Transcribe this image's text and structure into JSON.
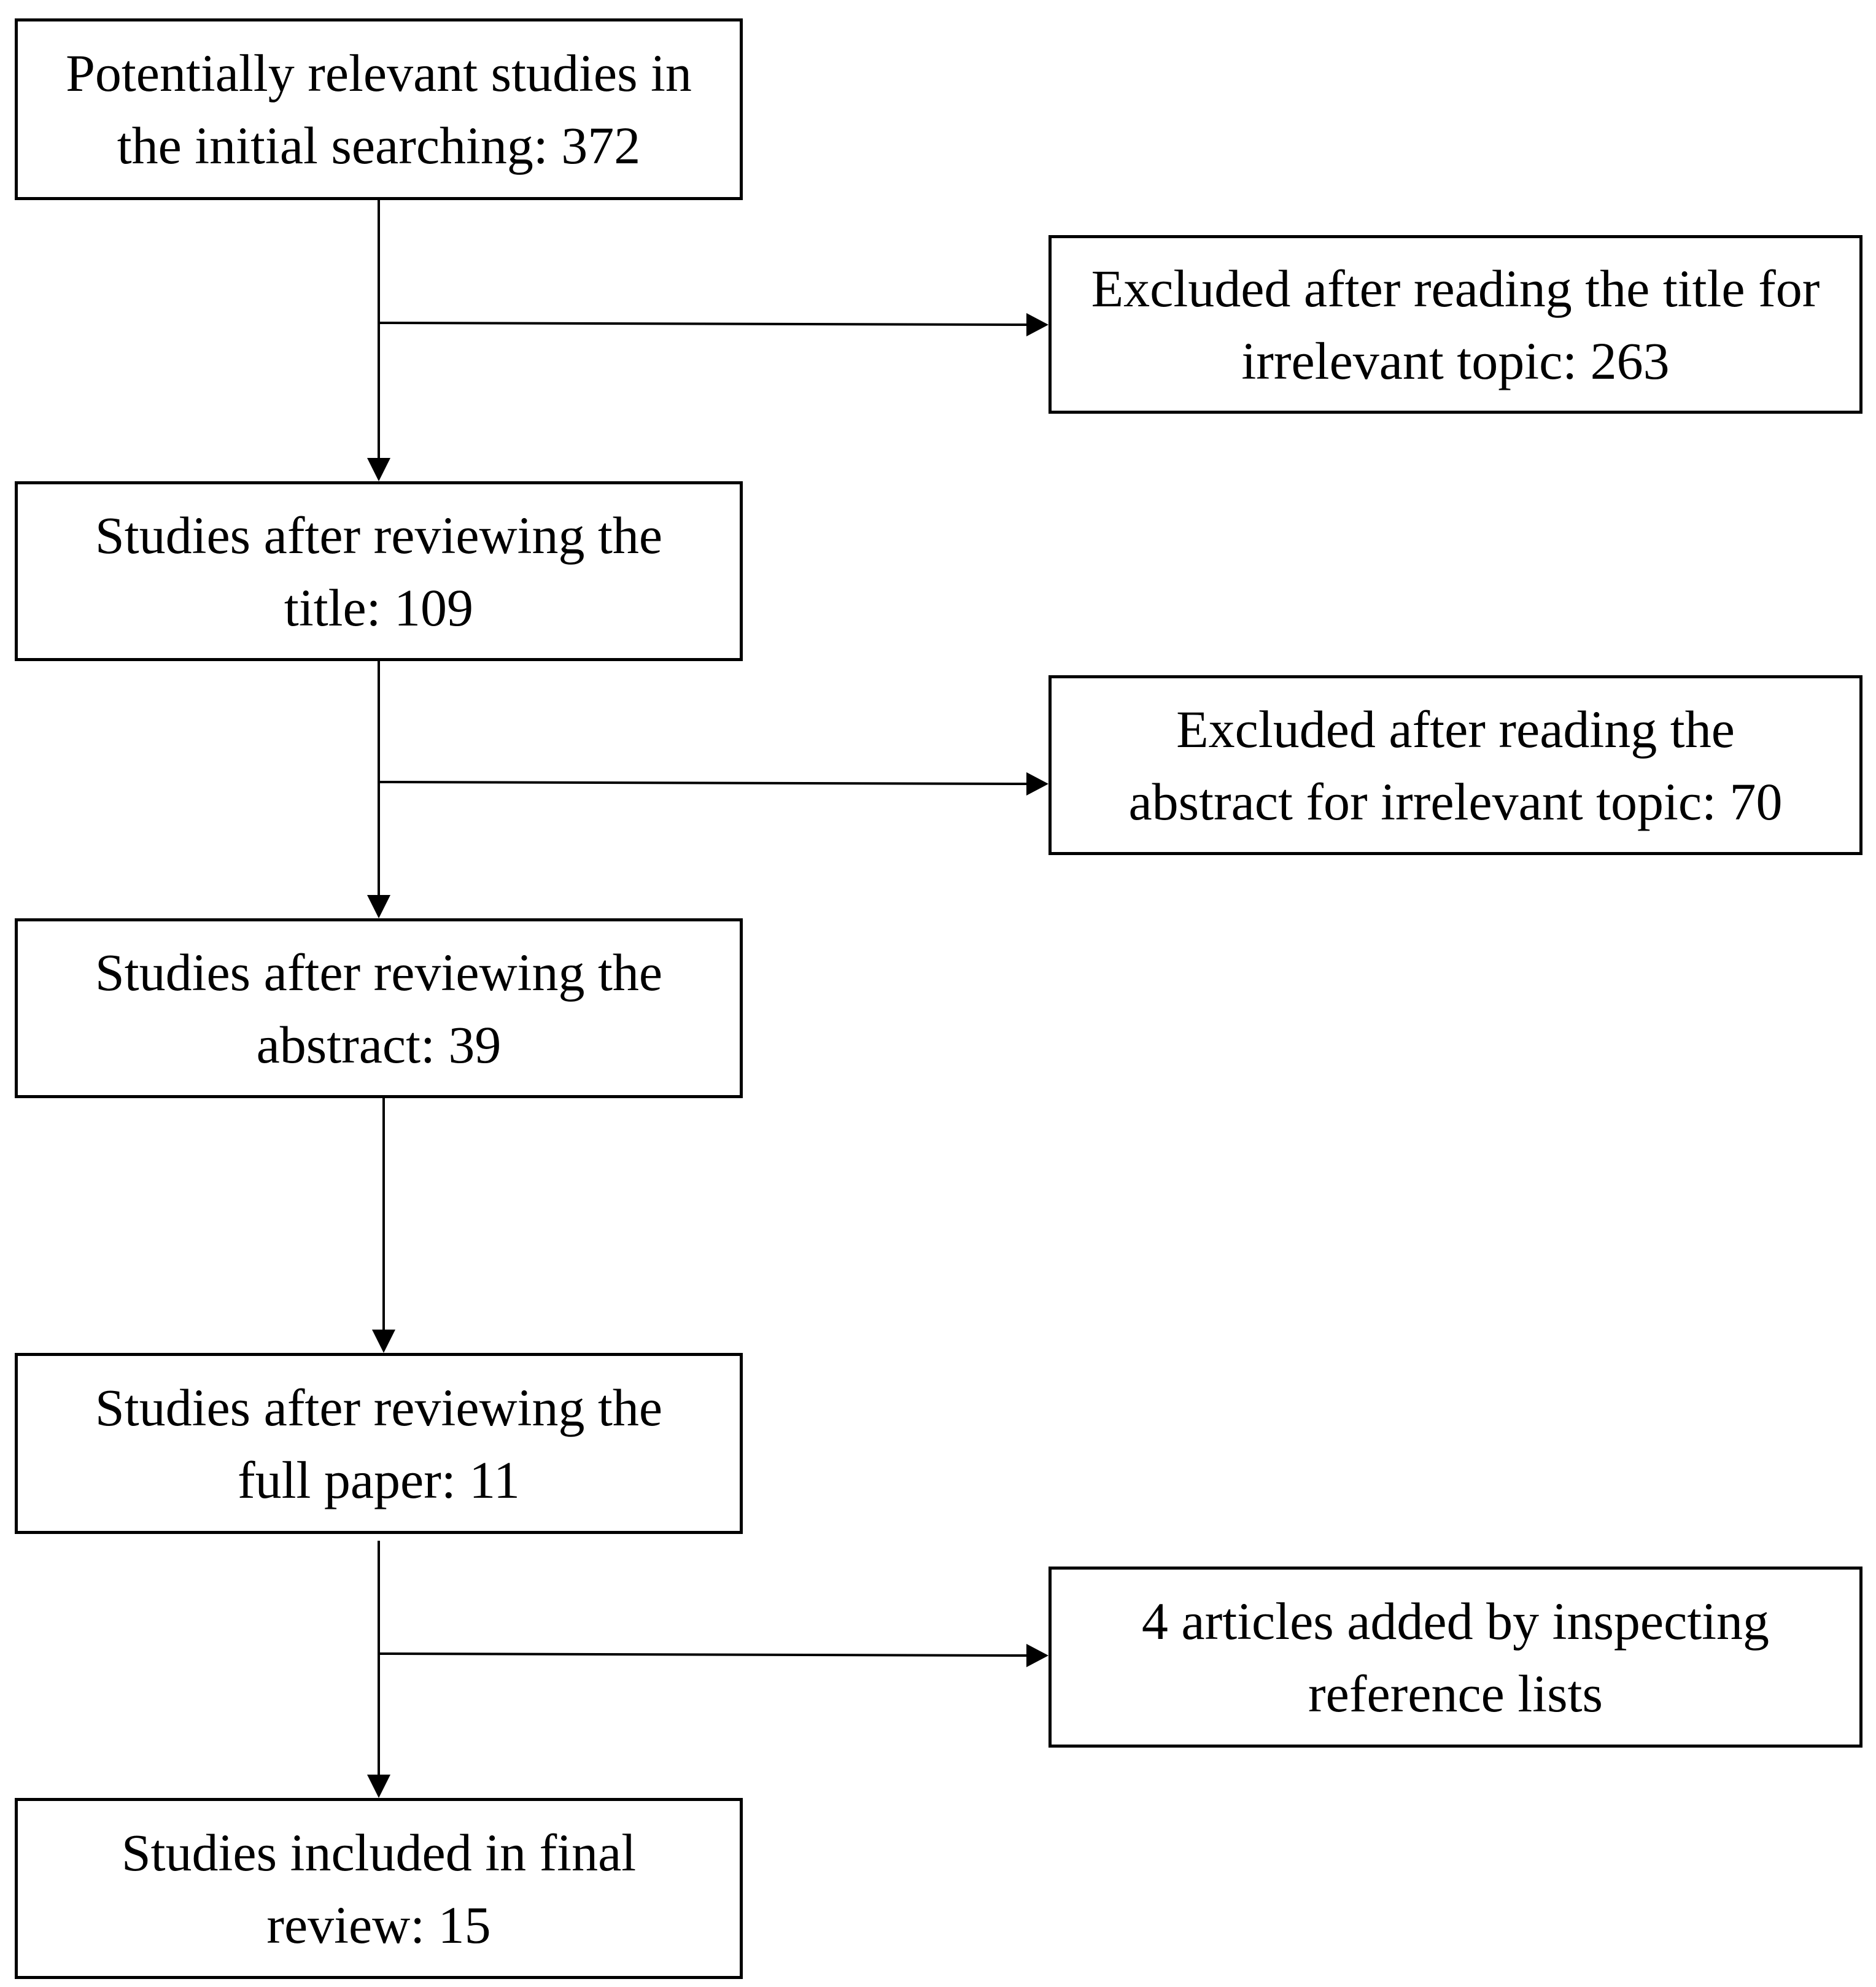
{
  "flow": {
    "initial_search": {
      "line1": "Potentially relevant studies in",
      "line2": "the initial searching: 372"
    },
    "excluded_title": {
      "line1": "Excluded after reading the title for",
      "line2": "irrelevant topic: 263"
    },
    "after_title": {
      "line1": "Studies after reviewing the",
      "line2": "title: 109"
    },
    "excluded_abstract": {
      "line1": "Excluded after reading the",
      "line2": "abstract for irrelevant topic: 70"
    },
    "after_abstract": {
      "line1": "Studies after reviewing the",
      "line2": "abstract: 39"
    },
    "after_full_paper": {
      "line1": "Studies after reviewing the",
      "line2": "full paper: 11"
    },
    "added_references": {
      "line1": "4 articles added by inspecting",
      "line2": "reference lists"
    },
    "final_review": {
      "line1": "Studies included in final",
      "line2": "review: 15"
    }
  }
}
